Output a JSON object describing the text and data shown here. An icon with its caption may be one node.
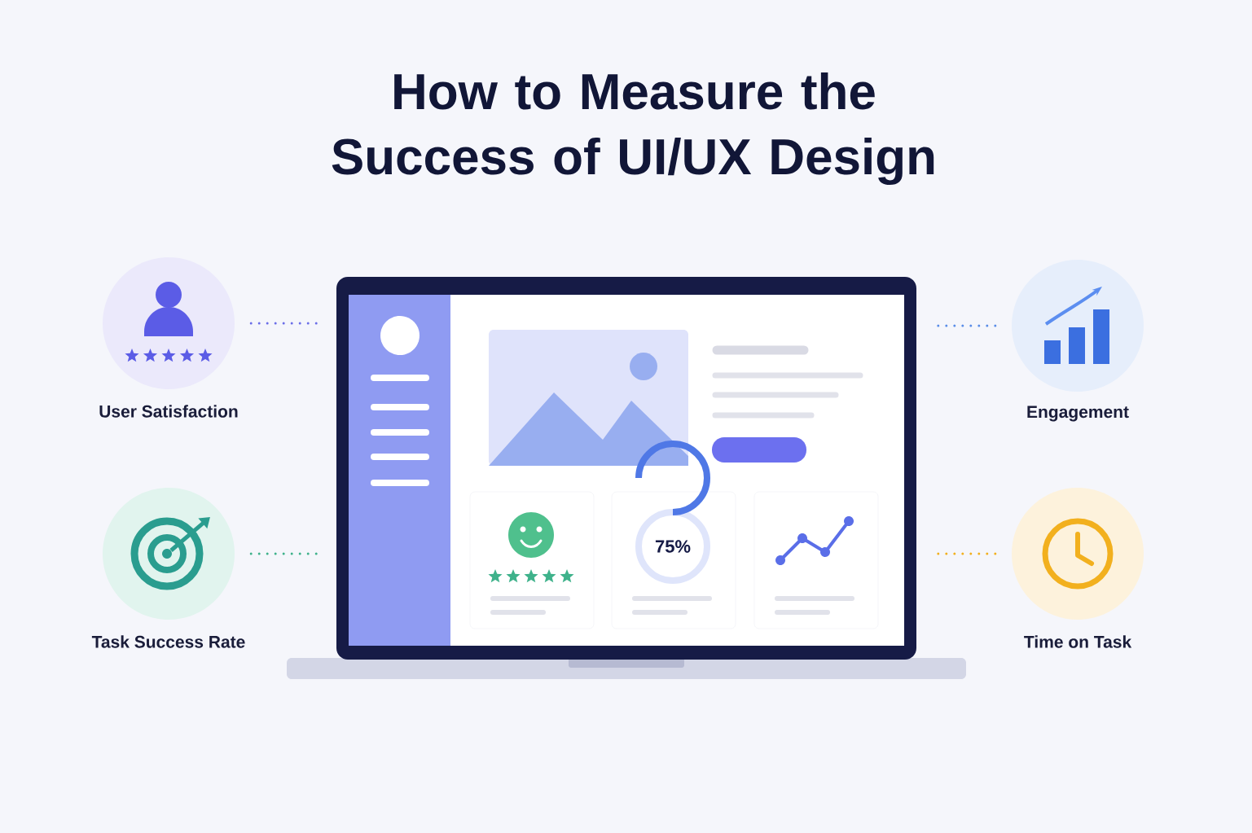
{
  "diagram": {
    "title": "How to Measure the Success of UI/UX Design",
    "nodes": [
      {
        "text": [
          "User Satisfaction"
        ]
      },
      {
        "text": [
          "Engagement"
        ]
      },
      {
        "text": [
          "Task Success Rate"
        ]
      },
      {
        "text": [
          "Time on Task"
        ]
      },
      {
        "text": [],
        "shape": "picture"
      }
    ],
    "edges": [
      {
        "from": 0,
        "to": 4,
        "arrow": "none",
        "style": "dashed",
        "color": "#6b6ee8"
      },
      {
        "from": 1,
        "to": 4,
        "arrow": "none",
        "style": "dashed",
        "color": "#5a8de8"
      },
      {
        "from": 2,
        "to": 4,
        "arrow": "none",
        "style": "dashed",
        "color": "#3fb28b"
      },
      {
        "from": 3,
        "to": 4,
        "arrow": "none",
        "style": "dashed",
        "color": "#f2b01e"
      }
    ],
    "labels": [
      "75%"
    ]
  }
}
